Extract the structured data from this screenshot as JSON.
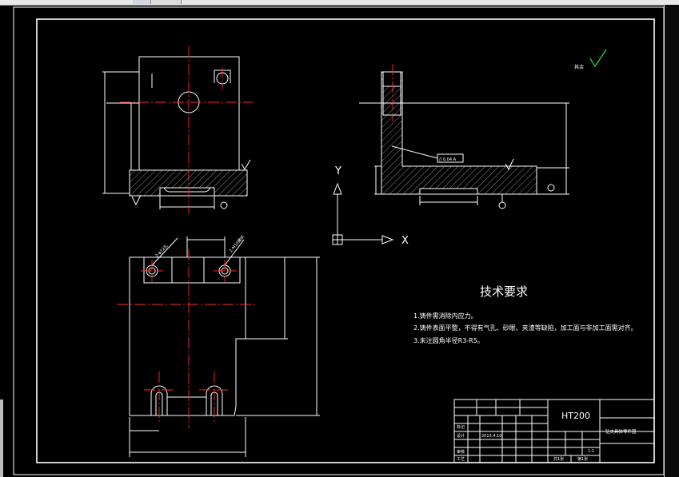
{
  "technical_requirements": {
    "title": "技术要求",
    "items": [
      "1.铸件需消除内应力。",
      "2.铸件表面平整，不得有气孔、砂眼、夹渣等缺陷，加工面与非加工面需对齐。",
      "3.未注圆角半径R3-R5。"
    ]
  },
  "roughness_note": "其余",
  "axes": {
    "x": "X",
    "y": "Y"
  },
  "title_block": {
    "material": "HT200",
    "part_name": "钻夹具体零件图",
    "scale": "1:1",
    "row_labels": [
      "标记",
      "设计",
      "审核",
      "工艺"
    ],
    "date": "2013.4.10",
    "sheet_total": "共1张",
    "sheet_no": "第1张"
  },
  "annotations": {
    "hole_left": "2-φ12孔",
    "hole_right": "2-M10螺纹",
    "flatness": "// 0.04 A"
  },
  "colors": {
    "line": "#ffffff",
    "centerline": "#ff2a2a",
    "hatch": "#c8c8c8",
    "check": "#29e04a",
    "dimension": "#ffffff",
    "frame": "#ffffff"
  }
}
